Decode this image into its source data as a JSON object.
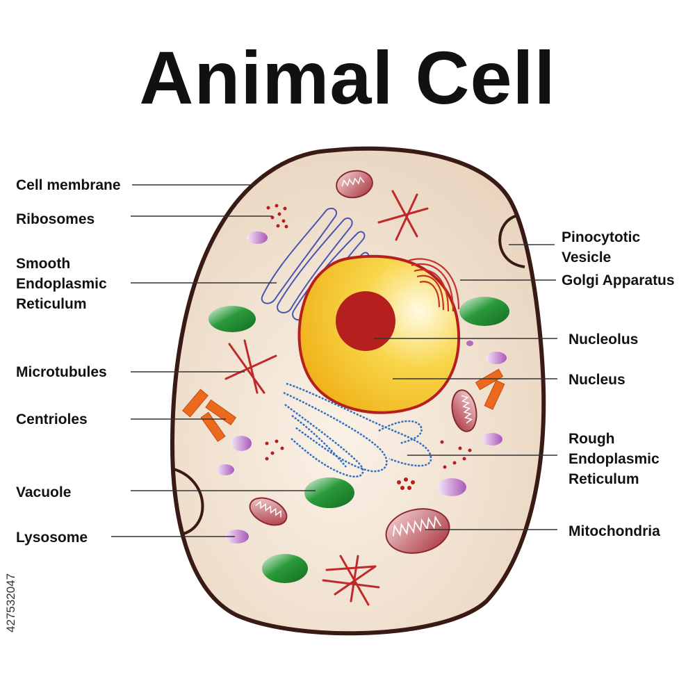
{
  "title": "Animal Cell",
  "labels": {
    "cell_membrane": "Cell membrane",
    "ribosomes": "Ribosomes",
    "smooth_er": [
      "Smooth",
      "Endoplasmic",
      "Reticulum"
    ],
    "microtubules": "Microtubules",
    "centrioles": "Centrioles",
    "vacuole": "Vacuole",
    "lysosome": "Lysosome",
    "pinocytotic_vesicle": [
      "Pinocytotic",
      "Vesicle"
    ],
    "golgi": "Golgi Apparatus",
    "nucleolus": "Nucleolus",
    "nucleus": "Nucleus",
    "rough_er": [
      "Rough",
      "Endoplasmic",
      "Reticulum"
    ],
    "mitochondria": "Mitochondria"
  },
  "watermark": "427532047",
  "colors": {
    "cytoplasm": "#efe0cf",
    "membrane": "#3a1a14",
    "nucleus": "#f2c21a",
    "nucleolus": "#b5201e",
    "smooth_er": "#4a55b0",
    "rough_er": "#2f6fc0",
    "golgi": "#c8302a",
    "vacuole": "#1f8a2e",
    "lysosome": "#b16ac0",
    "centriole": "#ec6a1e",
    "microtubule": "#c0282a",
    "mitochondria": "#a8303a"
  }
}
